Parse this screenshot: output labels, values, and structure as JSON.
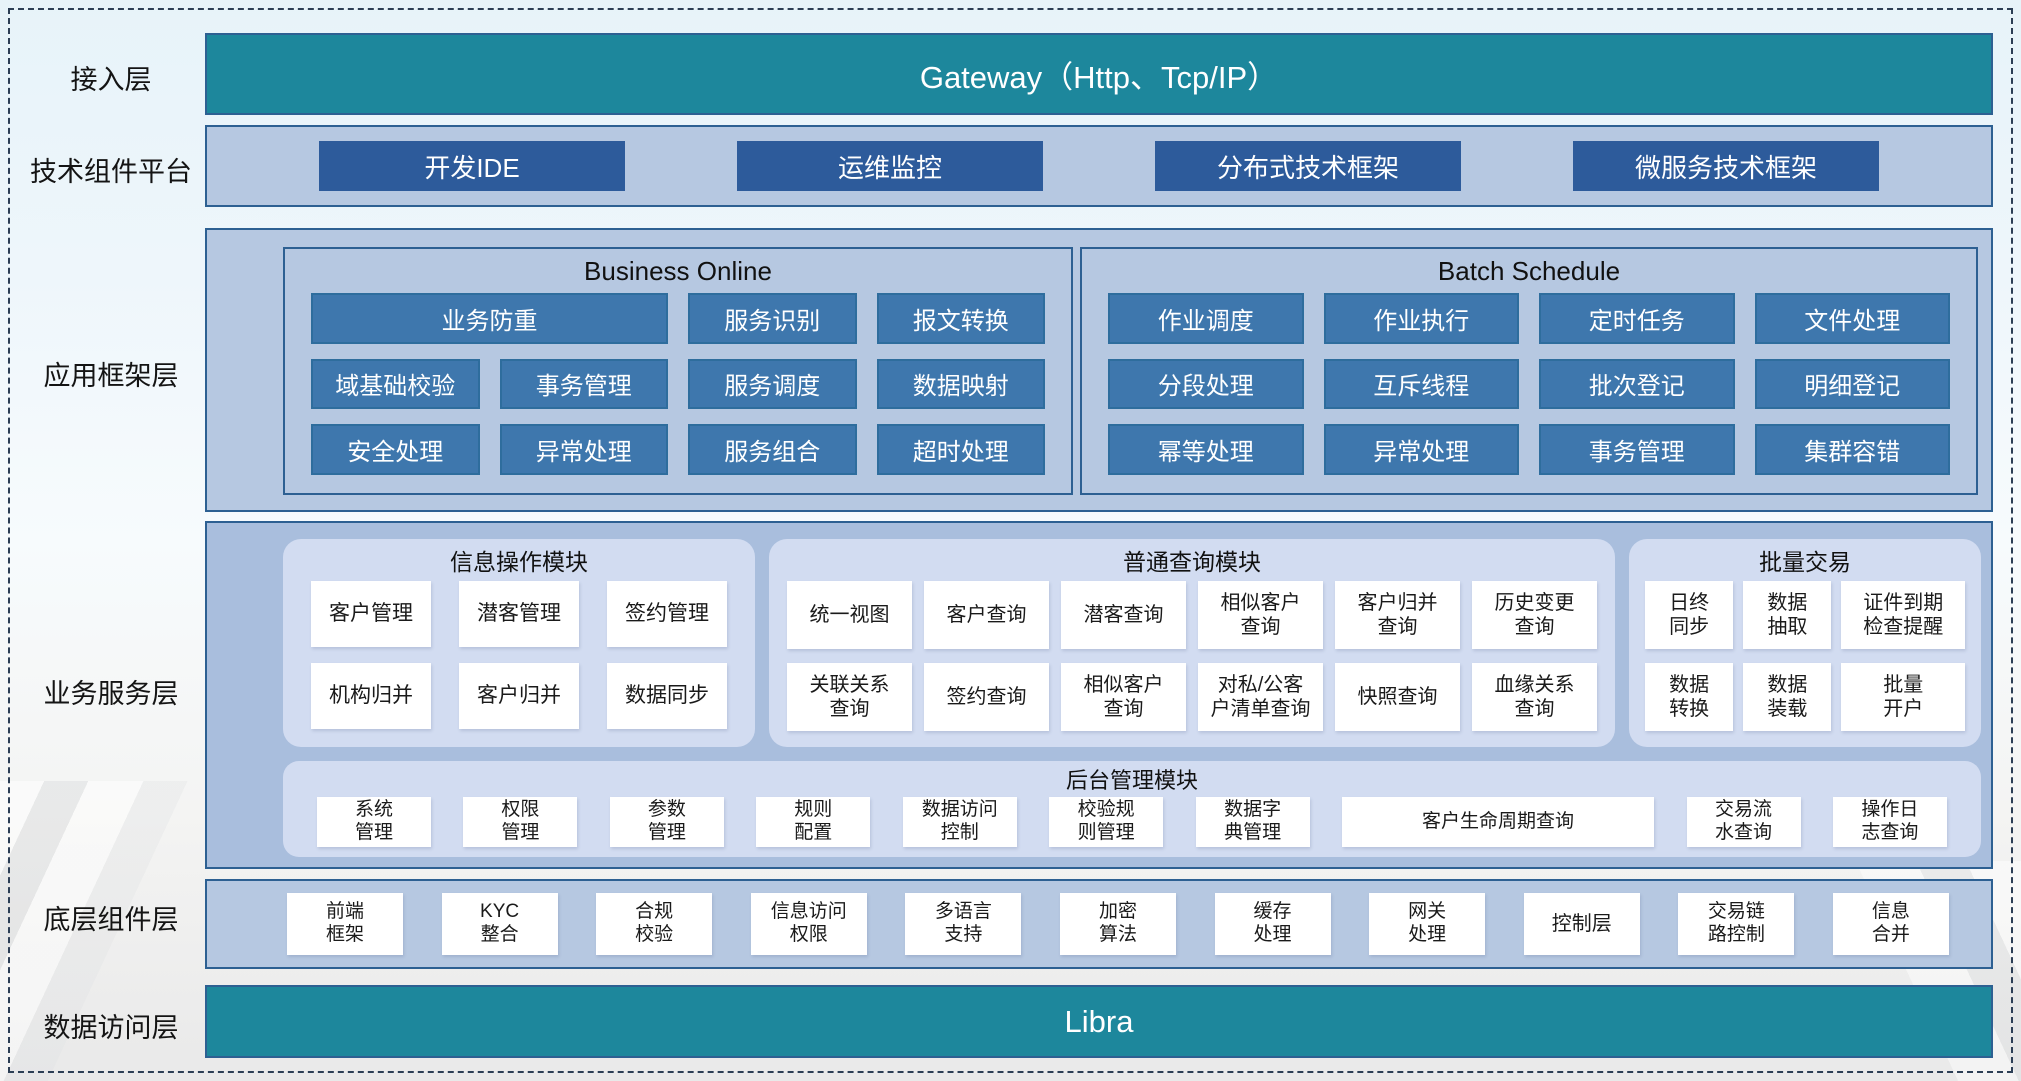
{
  "layers": {
    "access": {
      "label": "接入层",
      "gateway": "Gateway（Http、Tcp/IP）"
    },
    "tech_platform": {
      "label": "技术组件平台",
      "items": [
        "开发IDE",
        "运维监控",
        "分布式技术框架",
        "微服务技术框架"
      ]
    },
    "app_framework": {
      "label": "应用框架层",
      "business_online": {
        "title": "Business Online",
        "wide_item": "业务防重",
        "items": [
          "服务识别",
          "报文转换",
          "域基础校验",
          "事务管理",
          "服务调度",
          "数据映射",
          "安全处理",
          "异常处理",
          "服务组合",
          "超时处理"
        ]
      },
      "batch_schedule": {
        "title": "Batch Schedule",
        "items": [
          "作业调度",
          "作业执行",
          "定时任务",
          "文件处理",
          "分段处理",
          "互斥线程",
          "批次登记",
          "明细登记",
          "幂等处理",
          "异常处理",
          "事务管理",
          "集群容错"
        ]
      }
    },
    "business_service": {
      "label": "业务服务层",
      "info_module": {
        "title": "信息操作模块",
        "items": [
          "客户管理",
          "潜客管理",
          "签约管理",
          "机构归并",
          "客户归并",
          "数据同步"
        ]
      },
      "query_module": {
        "title": "普通查询模块",
        "items": [
          "统一视图",
          "客户查询",
          "潜客查询",
          "相似客户\n查询",
          "客户归并\n查询",
          "历史变更\n查询",
          "关联关系\n查询",
          "签约查询",
          "相似客户\n查询",
          "对私/公客\n户清单查询",
          "快照查询",
          "血缘关系\n查询"
        ]
      },
      "batch_trade": {
        "title": "批量交易",
        "items": [
          "日终\n同步",
          "数据\n抽取",
          "证件到期\n检查提醒",
          "数据\n转换",
          "数据\n装载",
          "批量\n开户"
        ]
      },
      "admin_module": {
        "title": "后台管理模块",
        "items_left": [
          "系统\n管理",
          "权限\n管理",
          "参数\n管理",
          "规则\n配置",
          "数据访问\n控制",
          "校验规\n则管理",
          "数据字\n典管理"
        ],
        "wide_item": "客户生命周期查询",
        "items_right": [
          "交易流\n水查询",
          "操作日\n志查询"
        ]
      }
    },
    "base_components": {
      "label": "底层组件层",
      "items": [
        "前端\n框架",
        "KYC\n整合",
        "合规\n校验",
        "信息访问\n权限",
        "多语言\n支持",
        "加密\n算法",
        "缓存\n处理",
        "网关\n处理",
        "控制层",
        "交易链\n路控制",
        "信息\n合并"
      ]
    },
    "data_access": {
      "label": "数据访问层",
      "bar": "Libra"
    }
  },
  "colors": {
    "teal": "#1d879c",
    "navy_button": "#2d5b9b",
    "panel_border": "#2d6092",
    "container_fill": "#b6c8e1",
    "service_fill": "#a9bedd",
    "subpanel_fill": "#d2dcf1"
  }
}
